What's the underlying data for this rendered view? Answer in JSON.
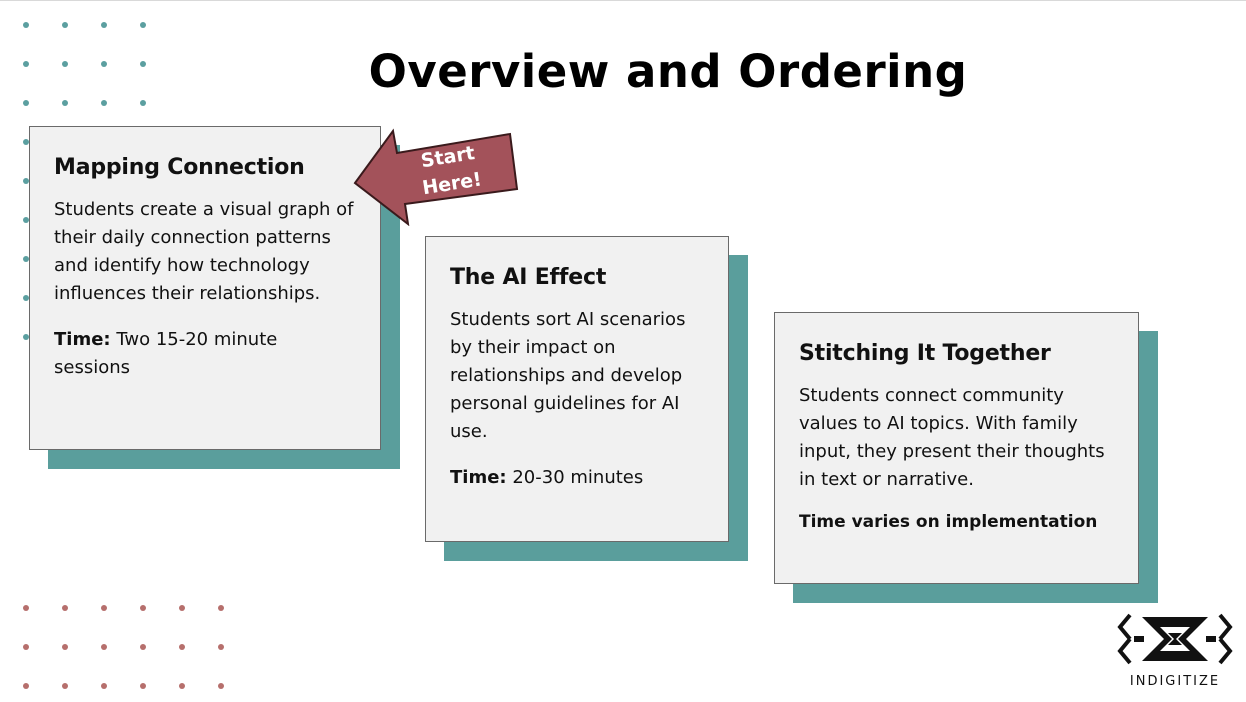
{
  "title": "Overview and Ordering",
  "callout": {
    "line1": "Start",
    "line2": "Here!",
    "color": "#a3525a"
  },
  "cards": [
    {
      "heading": "Mapping Connection",
      "body": "Students create a visual graph of their daily connection patterns and identify how technology influences their relationships.",
      "time_label": "Time:",
      "time_value": " Two 15-20 minute sessions"
    },
    {
      "heading": "The AI Effect",
      "body": "Students sort AI scenarios by their impact on relationships and develop personal guidelines for AI use.",
      "time_label": "Time:",
      "time_value": " 20-30 minutes"
    },
    {
      "heading": "Stitching It Together",
      "body": "Students connect community values to AI topics. With family input, they present their thoughts in text or narrative.",
      "time_note": "Time varies on implementation"
    }
  ],
  "logo": {
    "text": "INDIGITIZE",
    "icon": "indigitize-logo-icon"
  },
  "colors": {
    "teal_shadow": "#5a9e9c",
    "card_bg": "#f1f1f1",
    "teal_dots": "#5b9fa0",
    "rose_dots": "#b66f6c"
  }
}
